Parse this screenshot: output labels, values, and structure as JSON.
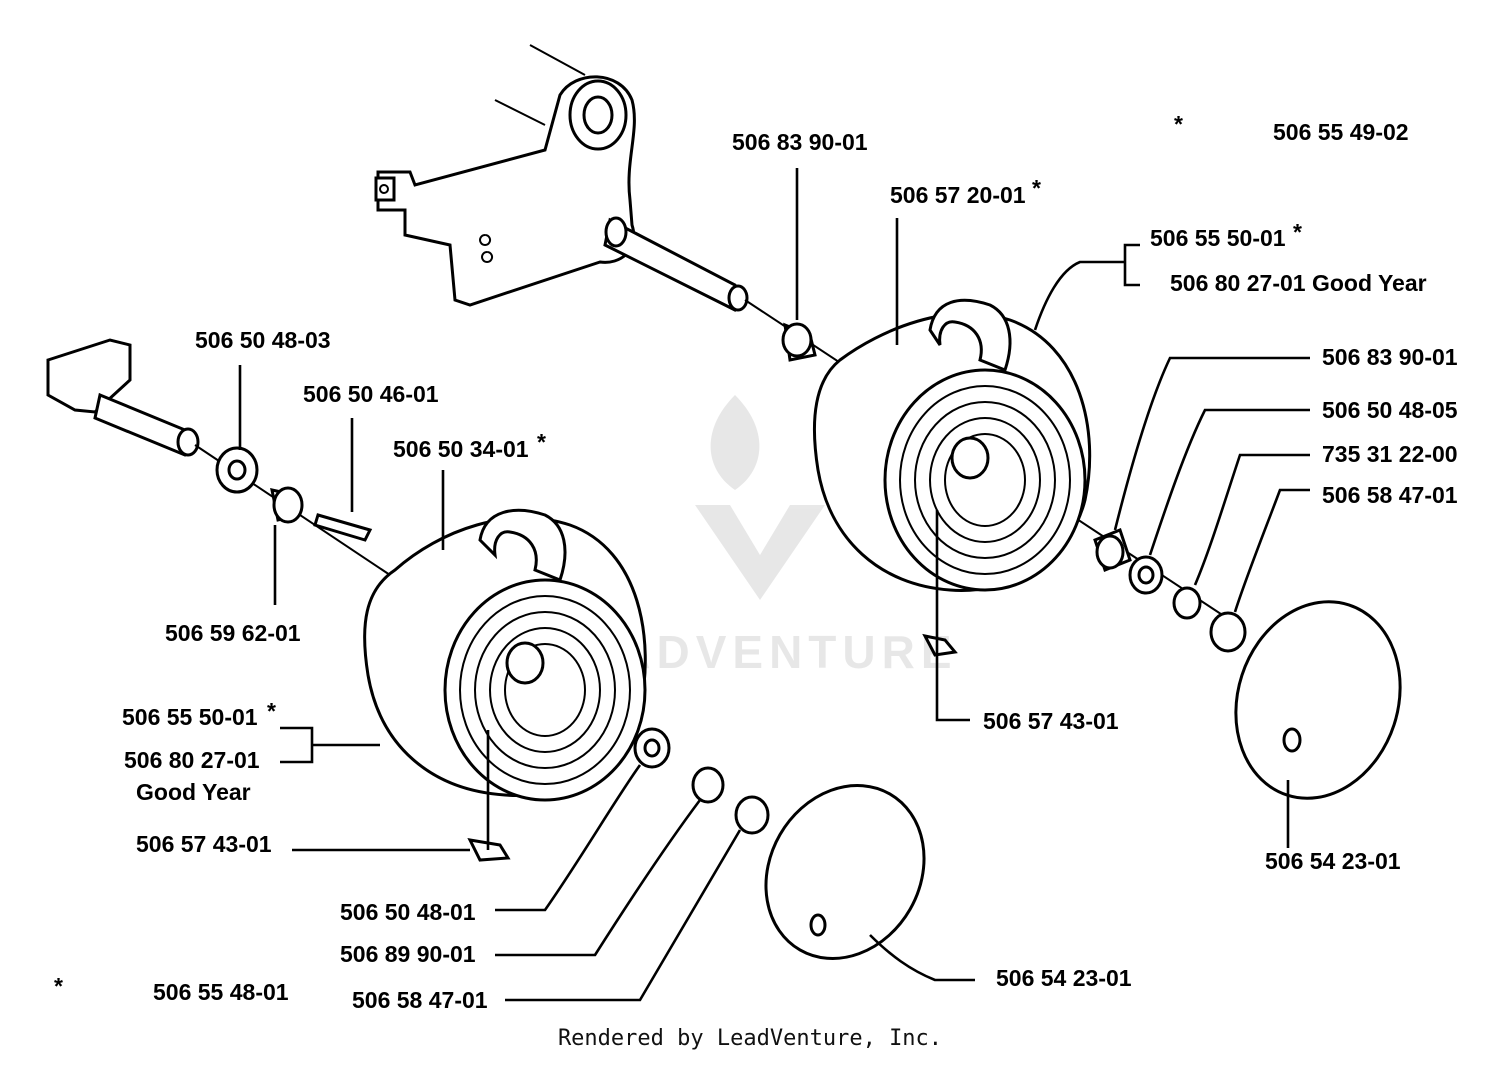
{
  "watermark": "LEADVENTURE",
  "footer": "Rendered by LeadVenture, Inc.",
  "labels": {
    "top_star": "*",
    "top_kit": "506 55 49-02",
    "spacer_top": "506 83 90-01",
    "rim_top": "506 57 20-01",
    "rim_top_star": "*",
    "tire_top_1": "506 55 50-01",
    "tire_top_1_star": "*",
    "tire_top_2": "506 80 27-01 Good Year",
    "spacer_right": "506 83 90-01",
    "washer_right": "506 50 48-05",
    "ring_right": "735 31 22-00",
    "oring_right": "506 58 47-01",
    "valve_right": "506 57 43-01",
    "cap_right": "506 54 23-01",
    "washer_left_top": "506 50 48-03",
    "key_left": "506 50 46-01",
    "rim_left": "506 50 34-01",
    "rim_left_star": "*",
    "bush_left": "506 59 62-01",
    "tire_left_1": "506 55 50-01",
    "tire_left_1_star": "*",
    "tire_left_2": "506 80 27-01",
    "tire_left_3": "Good Year",
    "valve_left": "506 57 43-01",
    "washer_left_bottom": "506 50 48-01",
    "bush_left_bottom": "506 89 90-01",
    "oring_left": "506 58 47-01",
    "cap_left": "506 54 23-01",
    "bottom_star": "*",
    "bottom_kit": "506 55 48-01"
  }
}
